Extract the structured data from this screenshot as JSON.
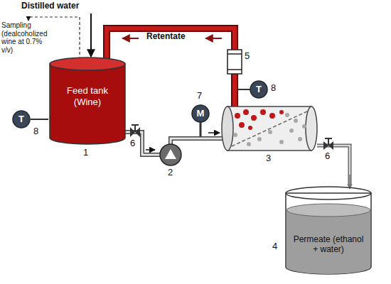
{
  "diagram": {
    "nodes": [
      {
        "text": [
          "Feed tank (Wine)"
        ]
      },
      {
        "text": [
          "T"
        ]
      },
      {
        "text": [
          "M"
        ]
      },
      {
        "text": [
          "T"
        ]
      },
      {
        "text": [
          "Permeate (ethanol + water)"
        ]
      }
    ],
    "labels": [
      "Distilled water",
      "Sampling (dealcoholized wine at 0.7% v/v)",
      "Retentate",
      "5",
      "7",
      "8",
      "8",
      "6",
      "1",
      "3",
      "6",
      "2",
      "4"
    ]
  }
}
